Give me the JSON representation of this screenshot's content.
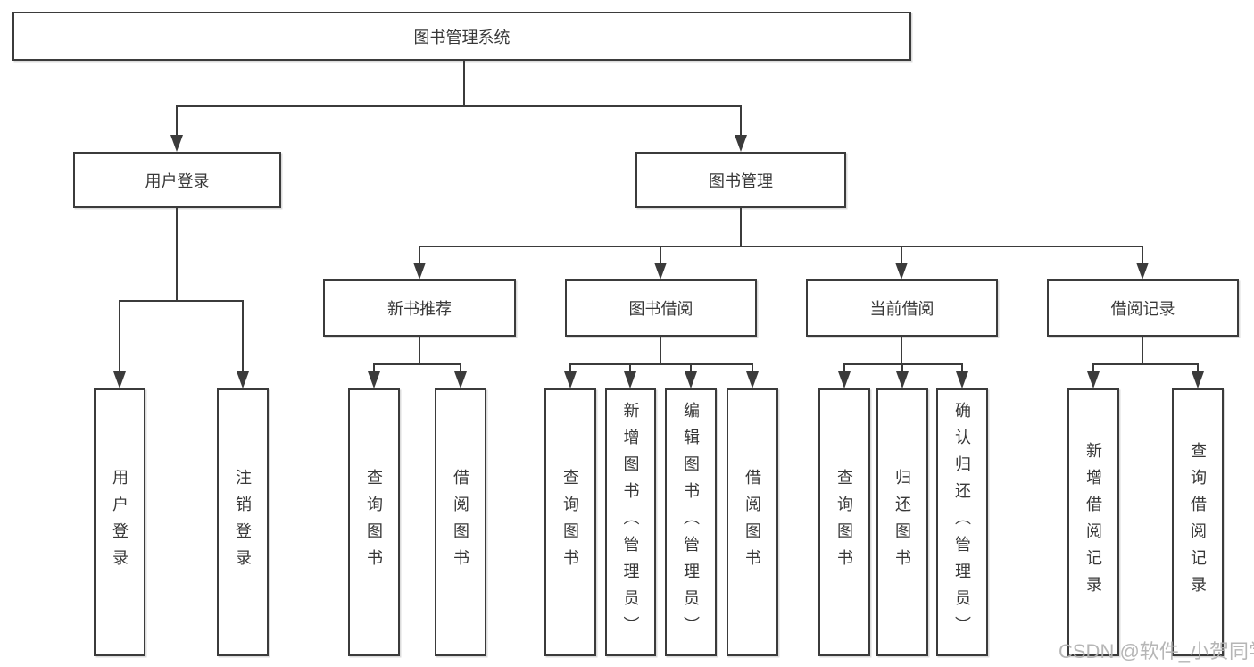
{
  "diagram_type": "hierarchy",
  "root": {
    "label": "图书管理系统"
  },
  "level2": [
    {
      "label": "用户登录",
      "parent": "图书管理系统"
    },
    {
      "label": "图书管理",
      "parent": "图书管理系统"
    }
  ],
  "level3": [
    {
      "label": "新书推荐",
      "parent": "图书管理"
    },
    {
      "label": "图书借阅",
      "parent": "图书管理"
    },
    {
      "label": "当前借阅",
      "parent": "图书管理"
    },
    {
      "label": "借阅记录",
      "parent": "图书管理"
    }
  ],
  "leaves": [
    {
      "label": "用户登录",
      "parent": "用户登录"
    },
    {
      "label": "注销登录",
      "parent": "用户登录"
    },
    {
      "label": "查询图书",
      "parent": "新书推荐"
    },
    {
      "label": "借阅图书",
      "parent": "新书推荐"
    },
    {
      "label": "查询图书",
      "parent": "图书借阅"
    },
    {
      "label": "新增图书（管理员）",
      "parent": "图书借阅"
    },
    {
      "label": "编辑图书（管理员）",
      "parent": "图书借阅"
    },
    {
      "label": "借阅图书",
      "parent": "图书借阅"
    },
    {
      "label": "查询图书",
      "parent": "当前借阅"
    },
    {
      "label": "归还图书",
      "parent": "当前借阅"
    },
    {
      "label": "确认归还（管理员）",
      "parent": "当前借阅"
    },
    {
      "label": "新增借阅记录",
      "parent": "借阅记录"
    },
    {
      "label": "查询借阅记录",
      "parent": "借阅记录"
    }
  ],
  "watermark": {
    "text": "CSDN @软件_小贺同学"
  },
  "colors": {
    "line": "#3b3b3b",
    "text": "#383838",
    "background": "#ffffff",
    "watermark": "#b3b3b3"
  }
}
